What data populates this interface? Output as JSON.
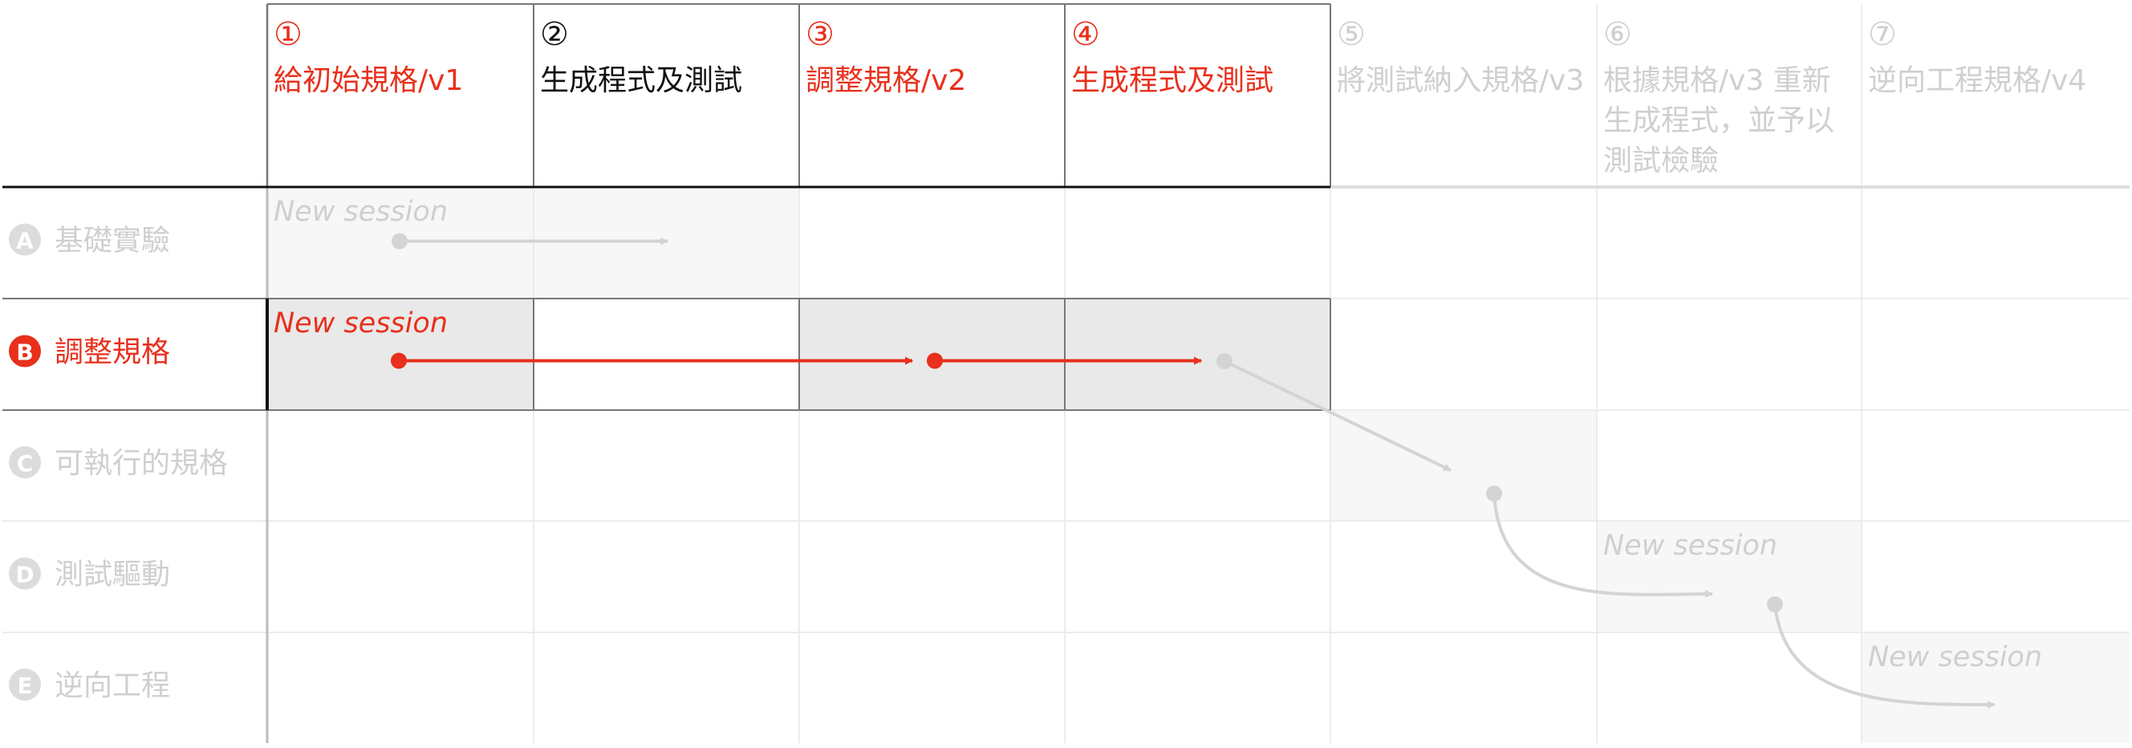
{
  "steps": [
    {
      "num": "①",
      "lines": [
        "給初始規格/v1"
      ],
      "state": "active"
    },
    {
      "num": "②",
      "lines": [
        "生成程式及測試"
      ],
      "state": "black"
    },
    {
      "num": "③",
      "lines": [
        "調整規格/v2"
      ],
      "state": "active"
    },
    {
      "num": "④",
      "lines": [
        "生成程式及測試"
      ],
      "state": "active"
    },
    {
      "num": "⑤",
      "lines": [
        "將測試納入規格/v3"
      ],
      "state": "faded"
    },
    {
      "num": "⑥",
      "lines": [
        "根據規格/v3 重新",
        "生成程式，並予以",
        "測試檢驗"
      ],
      "state": "faded"
    },
    {
      "num": "⑦",
      "lines": [
        "逆向工程規格/v4"
      ],
      "state": "faded"
    }
  ],
  "rows": [
    {
      "badge": "A",
      "label": "基礎實驗",
      "state": "faded"
    },
    {
      "badge": "B",
      "label": "調整規格",
      "state": "active"
    },
    {
      "badge": "C",
      "label": "可執行的規格",
      "state": "faded"
    },
    {
      "badge": "D",
      "label": "測試驅動",
      "state": "faded"
    },
    {
      "badge": "E",
      "label": "逆向工程",
      "state": "faded"
    }
  ],
  "sessions": [
    {
      "row": 0,
      "col": 0,
      "text": "New session",
      "state": "faded"
    },
    {
      "row": 1,
      "col": 0,
      "text": "New session",
      "state": "active"
    },
    {
      "row": 3,
      "col": 5,
      "text": "New session",
      "state": "faded"
    },
    {
      "row": 4,
      "col": 6,
      "text": "New session",
      "state": "faded"
    }
  ],
  "colors": {
    "active": "#e8301c",
    "black": "#111111",
    "faded": "#d4d4d4",
    "faded_text": "#cfcfcf",
    "highlight": "#e9e9e9",
    "highlight_faded": "#f7f7f7",
    "grid": "#777777",
    "grid_faded": "#ececec"
  }
}
